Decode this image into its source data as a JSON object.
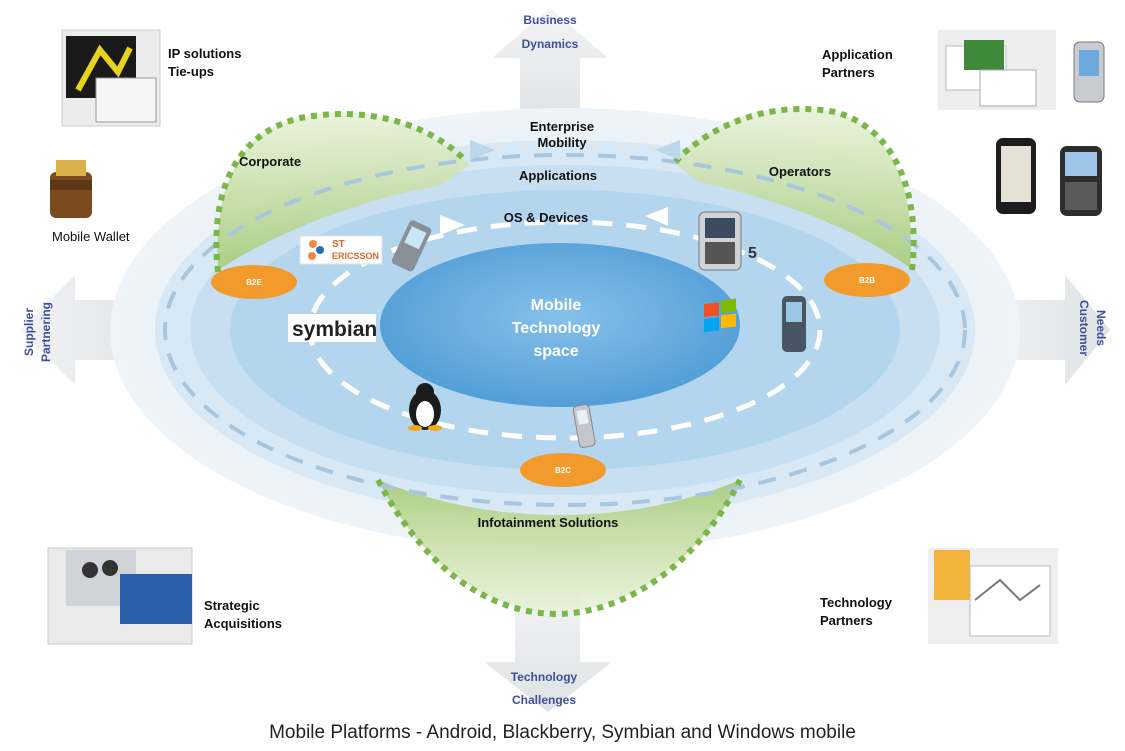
{
  "center": {
    "line1": "Mobile",
    "line2": "Technology",
    "line3": "space"
  },
  "rings": {
    "os_devices": "OS & Devices",
    "applications": "Applications",
    "enterprise_line1": "Enterprise",
    "enterprise_line2": "Mobility",
    "infotainment": "Infotainment Solutions"
  },
  "segments": {
    "corporate": "Corporate",
    "operators": "Operators"
  },
  "badges": {
    "b2e": "B2E",
    "b2b": "B2B",
    "b2c": "B2C"
  },
  "arrows": {
    "top_line1": "Business",
    "top_line2": "Dynamics",
    "bottom_line1": "Technology",
    "bottom_line2": "Challenges",
    "left_line1": "Supplier",
    "left_line2": "Partnering",
    "right_line1": "Customer",
    "right_line2": "Needs"
  },
  "partners": {
    "ip_line1": "IP solutions",
    "ip_line2": "Tie-ups",
    "wallet": "Mobile Wallet",
    "app_line1": "Application",
    "app_line2": "Partners",
    "strategic_line1": "Strategic",
    "strategic_line2": "Acquisitions",
    "tech_line1": "Technology",
    "tech_line2": "Partners"
  },
  "logos": {
    "symbian": "symbian",
    "st_line1": "ST",
    "st_line2": "ERICSSON",
    "bb_number": "5"
  },
  "caption": "Mobile Platforms - Android, Blackberry, Symbian and Windows mobile",
  "colors": {
    "outer_ring": "#dce9f2",
    "mid_ring": "#c5dcee",
    "inner_ring": "#a9cdea",
    "core": "#5fa8dd",
    "green_fill": "#b6d68b",
    "green_dash": "#7ab648",
    "badge": "#f39a2d",
    "arrow": "#e3e6e8",
    "dash": "#ffffff"
  }
}
